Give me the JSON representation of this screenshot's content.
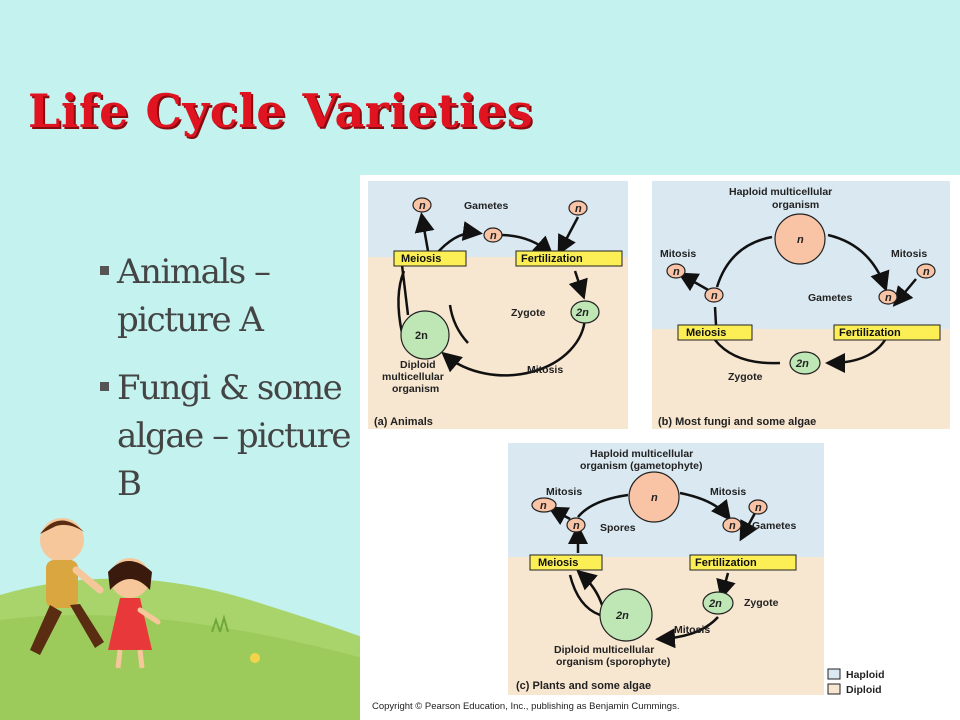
{
  "title": "Life Cycle Varieties",
  "bullets": [
    {
      "text": "Animals – picture A"
    },
    {
      "text": "Fungi & some algae – picture B"
    }
  ],
  "colors": {
    "background": "#c3f2ef",
    "title": "#e01421",
    "haploid_region": "#d9e8f1",
    "diploid_region": "#f7e6d0",
    "haploid_cell": "#f9c3a6",
    "diploid_cell": "#bfe6b5",
    "process_box": "#fbef55"
  },
  "figure": {
    "panel_a": {
      "caption": "(a) Animals",
      "gametes": "Gametes",
      "meiosis": "Meiosis",
      "fertilization": "Fertilization",
      "zygote": "Zygote",
      "diploid_org": [
        "Diploid",
        "multicellular",
        "organism"
      ],
      "mitosis": "Mitosis",
      "n": "n",
      "two_n": "2n"
    },
    "panel_b": {
      "caption": "(b) Most fungi and some algae",
      "haploid_org": [
        "Haploid multicellular",
        "organism"
      ],
      "mitosis_left": "Mitosis",
      "mitosis_right": "Mitosis",
      "gametes": "Gametes",
      "meiosis": "Meiosis",
      "fertilization": "Fertilization",
      "zygote": "Zygote",
      "n": "n",
      "two_n": "2n"
    },
    "panel_c": {
      "caption": "(c) Plants and some algae",
      "haploid_org": [
        "Haploid multicellular",
        "organism (gametophyte)"
      ],
      "mitosis_left": "Mitosis",
      "mitosis_right": "Mitosis",
      "spores": "Spores",
      "gametes": "Gametes",
      "meiosis": "Meiosis",
      "fertilization": "Fertilization",
      "zygote": "Zygote",
      "mitosis_bottom": "Mitosis",
      "diploid_org": [
        "Diploid multicellular",
        "organism (sporophyte)"
      ],
      "n": "n",
      "two_n": "2n"
    },
    "legend": {
      "haploid": "Haploid",
      "diploid": "Diploid"
    },
    "copyright": "Copyright © Pearson Education, Inc., publishing as Benjamin Cummings."
  }
}
